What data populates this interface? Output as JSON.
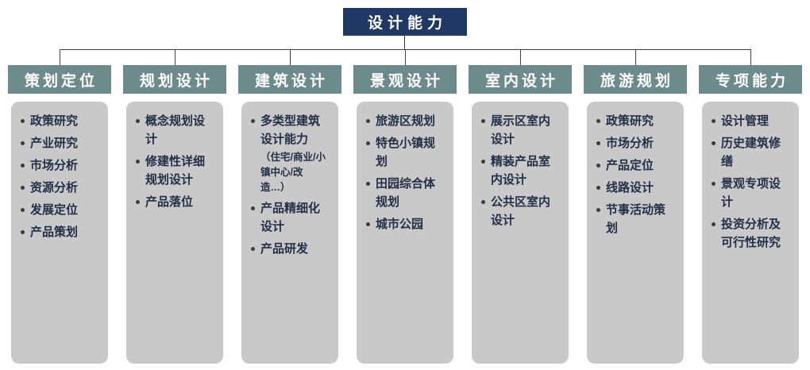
{
  "root": {
    "label": "设计能力"
  },
  "colors": {
    "root_bg": "#1f3864",
    "header_bg": "#6e8b8c",
    "panel_bg": "#c9c9c9",
    "text": "#233047",
    "bullet": "#3c3c3c",
    "line": "#404040"
  },
  "columns": [
    {
      "title": "策划定位",
      "items": [
        {
          "text": "政策研究"
        },
        {
          "text": "产业研究"
        },
        {
          "text": "市场分析"
        },
        {
          "text": "资源分析"
        },
        {
          "text": "发展定位"
        },
        {
          "text": "产品策划"
        }
      ]
    },
    {
      "title": "规划设计",
      "items": [
        {
          "text": "概念规划设计"
        },
        {
          "text": "修建性详细规划设计"
        },
        {
          "text": "产品落位"
        }
      ]
    },
    {
      "title": "建筑设计",
      "items": [
        {
          "text": "多类型建筑设计能力",
          "note": "（住宅/商业/小镇中心/改造…）"
        },
        {
          "text": "产品精细化设计"
        },
        {
          "text": "产品研发"
        }
      ]
    },
    {
      "title": "景观设计",
      "items": [
        {
          "text": "旅游区规划"
        },
        {
          "text": "特色小镇规划"
        },
        {
          "text": "田园综合体规划"
        },
        {
          "text": "城市公园"
        }
      ]
    },
    {
      "title": "室内设计",
      "items": [
        {
          "text": "展示区室内设计"
        },
        {
          "text": "精装产品室内设计"
        },
        {
          "text": "公共区室内设计"
        }
      ]
    },
    {
      "title": "旅游规划",
      "items": [
        {
          "text": "政策研究"
        },
        {
          "text": "市场分析"
        },
        {
          "text": "产品定位"
        },
        {
          "text": "线路设计"
        },
        {
          "text": "节事活动策划"
        }
      ]
    },
    {
      "title": "专项能力",
      "items": [
        {
          "text": "设计管理"
        },
        {
          "text": "历史建筑修缮"
        },
        {
          "text": "景观专项设计"
        },
        {
          "text": "投资分析及可行性研究"
        }
      ]
    }
  ]
}
